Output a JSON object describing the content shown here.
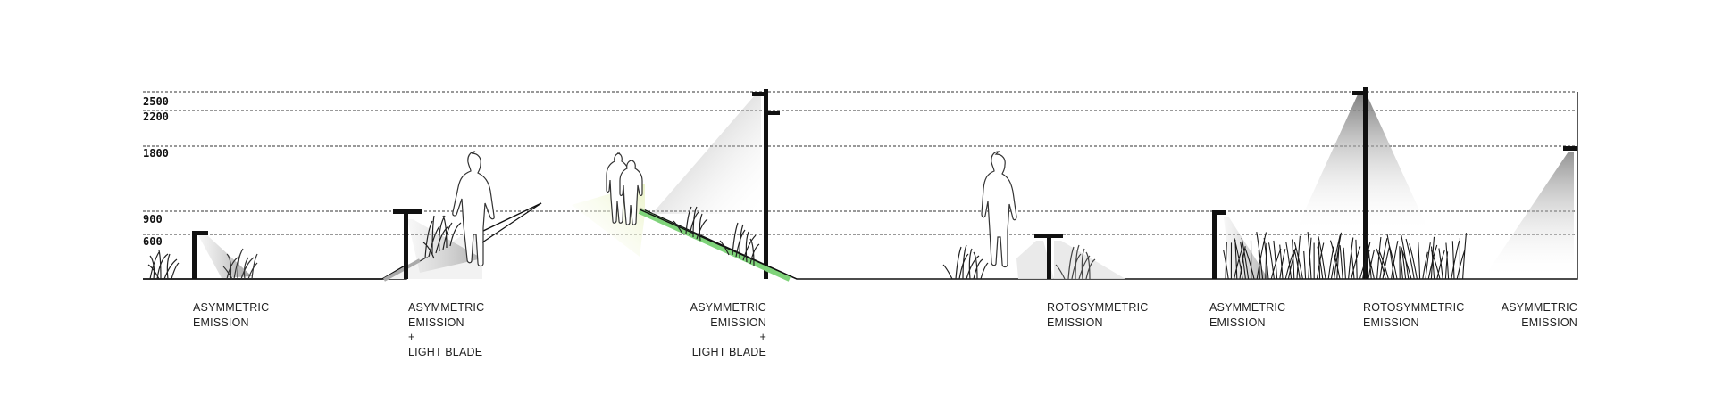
{
  "heights": [
    "2500",
    "2200",
    "1800",
    "900",
    "600"
  ],
  "captions": [
    {
      "lines": [
        "ASYMMETRIC",
        "EMISSION"
      ]
    },
    {
      "lines": [
        "ASYMMETRIC",
        "EMISSION",
        "+",
        "LIGHT BLADE"
      ]
    },
    {
      "lines": [
        "ASYMMETRIC",
        "EMISSION",
        "+",
        "LIGHT BLADE"
      ]
    },
    {
      "lines": [
        "ROTOSYMMETRIC",
        "EMISSION"
      ]
    },
    {
      "lines": [
        "ASYMMETRIC",
        "EMISSION"
      ]
    },
    {
      "lines": [
        "ROTOSYMMETRIC",
        "EMISSION"
      ]
    },
    {
      "lines": [
        "ASYMMETRIC",
        "EMISSION"
      ]
    }
  ],
  "colors": {
    "ink": "#111111",
    "dash": "#333333",
    "beam": "#9a9a9a",
    "blade": "#7fd37a"
  }
}
